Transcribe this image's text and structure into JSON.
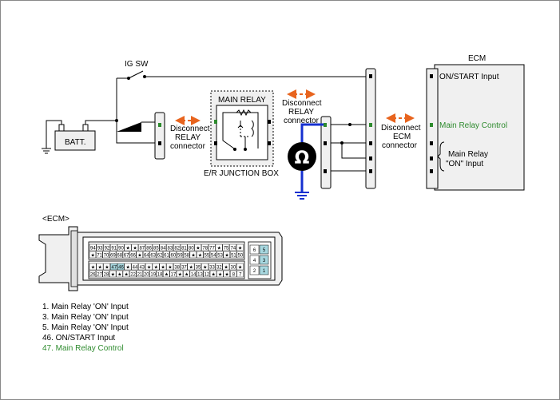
{
  "labels": {
    "ig_sw": "IG SW",
    "batt": "BATT.",
    "main_relay": "MAIN RELAY",
    "er_junction_box": "E/R JUNCTION BOX",
    "disconnect_relay_1": [
      "Disconnect",
      "RELAY",
      "connector"
    ],
    "disconnect_relay_2": [
      "Disconnect",
      "RELAY",
      "connector"
    ],
    "disconnect_ecm": [
      "Disconnect",
      "ECM",
      "connector"
    ],
    "ecm_title": "ECM",
    "ecm_on_start": "ON/START Input",
    "ecm_main_relay_control": "Main Relay Control",
    "ecm_main_relay_on": [
      "Main Relay",
      "\"ON\" Input"
    ],
    "ohm": "Ω",
    "ecm_connector_title": "<ECM>"
  },
  "pins_top": [
    "94",
    "93",
    "92",
    "91",
    "90",
    "★",
    "★",
    "87",
    "86",
    "85",
    "84",
    "83",
    "82",
    "81",
    "80",
    "★",
    "78",
    "77",
    "★",
    "75",
    "74",
    "★"
  ],
  "pins_row2": [
    "★",
    "71",
    "70",
    "69",
    "68",
    "67",
    "66",
    "★",
    "64",
    "63",
    "62",
    "61",
    "60",
    "59",
    "58",
    "★",
    "★",
    "55",
    "54",
    "53",
    "★",
    "51",
    "50"
  ],
  "pins_row3": [
    "★",
    "★",
    "★",
    "47",
    "46",
    "★",
    "44",
    "43",
    "★",
    "★",
    "★",
    "★",
    "38",
    "37",
    "★",
    "35",
    "★",
    "33",
    "32",
    "★",
    "30",
    "★"
  ],
  "pins_row4": [
    "26",
    "27",
    "28",
    "★",
    "★",
    "★",
    "22",
    "21",
    "20",
    "19",
    "18",
    "★",
    "17",
    "★",
    "★",
    "14",
    "13",
    "12",
    "★",
    "★",
    "★",
    "8",
    "7"
  ],
  "pins_side": [
    "6",
    "5",
    "4",
    "3",
    "2",
    "1"
  ],
  "highlight_pins": [
    "47",
    "46",
    "5",
    "3",
    "1"
  ],
  "legend": [
    {
      "text": "1. Main Relay 'ON' Input",
      "color": "#000000"
    },
    {
      "text": "3. Main Relay 'ON' Input",
      "color": "#000000"
    },
    {
      "text": "5. Main Relay 'ON' Input",
      "color": "#000000"
    },
    {
      "text": "46. ON/START Input",
      "color": "#000000"
    },
    {
      "text": "47. Main Relay Control",
      "color": "#2e8b2e"
    }
  ],
  "colors": {
    "arrow": "#e8641e",
    "green_wire": "#2e8b2e",
    "blue_wire": "#1530d0",
    "box_fill": "#f0f0f0",
    "pin_highlight": "#a8d8e0"
  }
}
